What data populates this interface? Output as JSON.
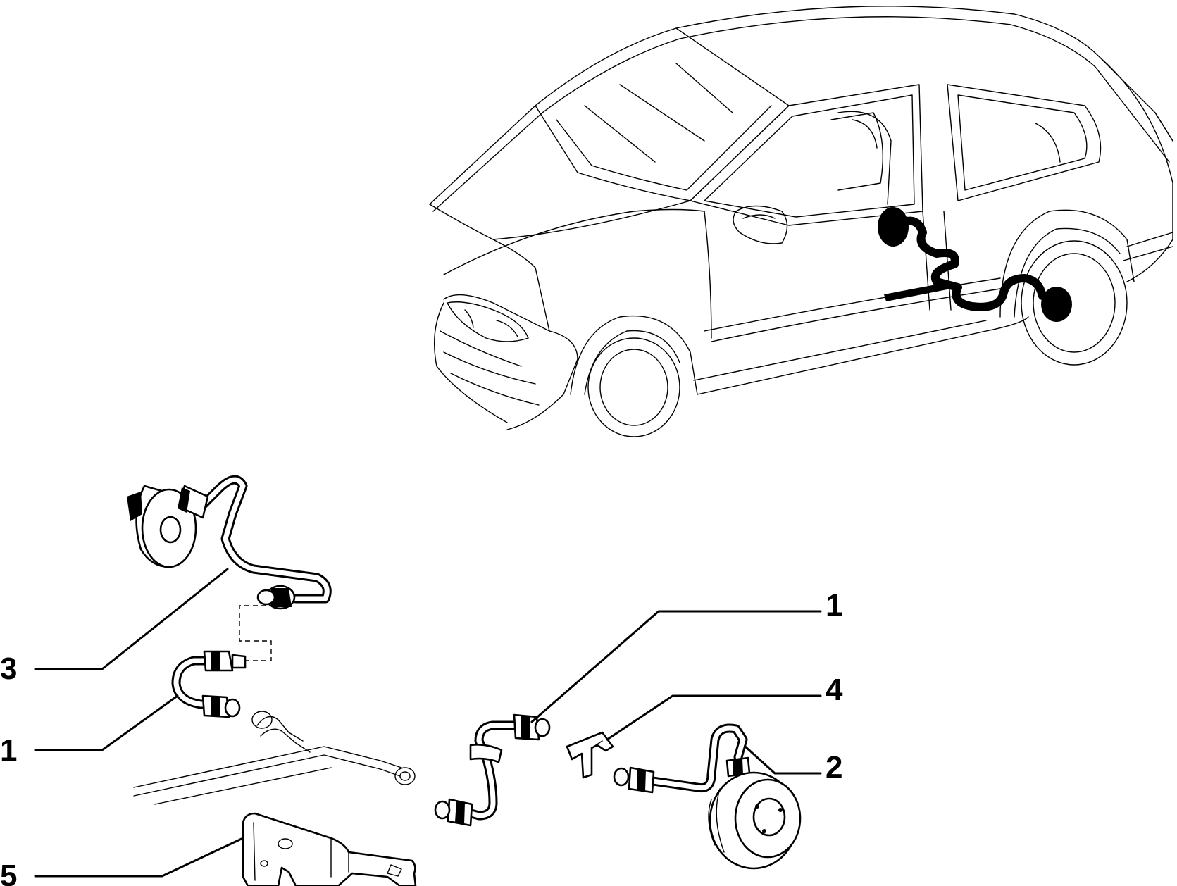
{
  "callouts": [
    {
      "id": "c3",
      "label": "3"
    },
    {
      "id": "c1a",
      "label": "1"
    },
    {
      "id": "c5",
      "label": "5"
    },
    {
      "id": "c1b",
      "label": "1"
    },
    {
      "id": "c4",
      "label": "4"
    },
    {
      "id": "c2",
      "label": "2"
    }
  ],
  "colors": {
    "ink": "#000000",
    "paper": "#ffffff"
  }
}
